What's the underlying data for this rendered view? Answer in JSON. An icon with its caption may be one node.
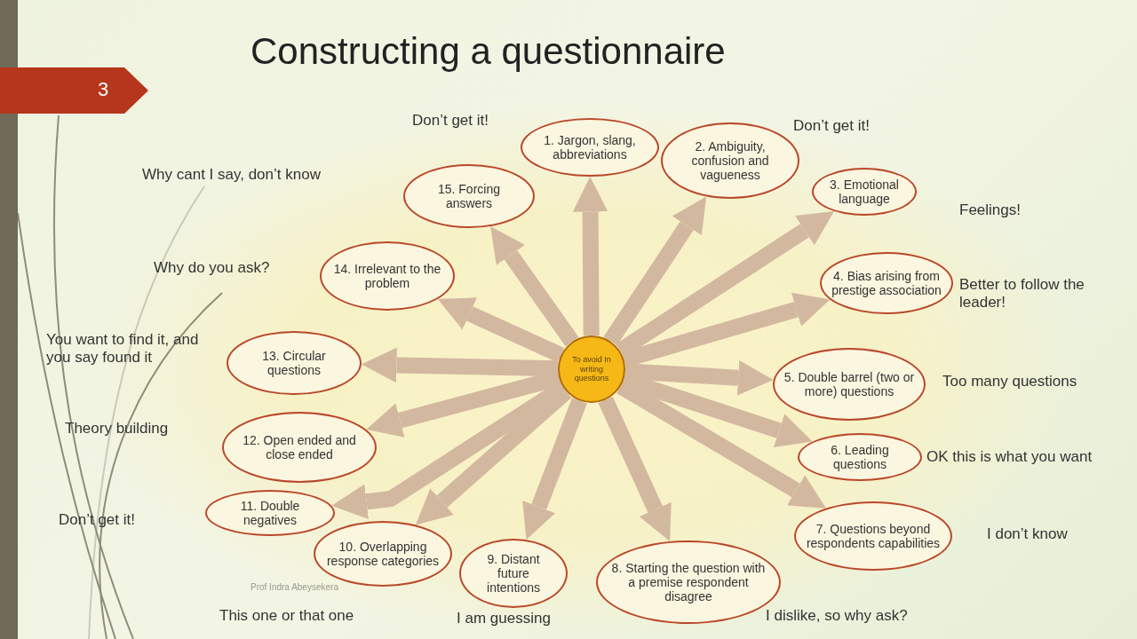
{
  "diagram": {
    "title": "Constructing a questionnaire",
    "nodes": [
      {
        "text": [
          "To avoid In writing questions"
        ]
      },
      {
        "text": [
          "1. Jargon, slang, abbreviations"
        ],
        "beside": [
          "Don’t get it!"
        ]
      },
      {
        "text": [
          "2. Ambiguity, confusion and vagueness"
        ],
        "beside": [
          "Don’t get it!"
        ]
      },
      {
        "text": [
          "3. Emotional language"
        ],
        "beside": [
          "Feelings!"
        ]
      },
      {
        "text": [
          "4. Bias arising from prestige association"
        ],
        "beside": [
          "Better to follow the leader!"
        ]
      },
      {
        "text": [
          "5. Double barrel (two or more) questions"
        ],
        "beside": [
          "Too many questions"
        ]
      },
      {
        "text": [
          "6. Leading questions"
        ],
        "beside": [
          "OK this is what you want"
        ]
      },
      {
        "text": [
          "7. Questions beyond respondents capabilities"
        ],
        "beside": [
          "I don’t know"
        ]
      },
      {
        "text": [
          "8. Starting the question with a premise respondent disagree"
        ],
        "beside": [
          "I dislike, so why ask?"
        ]
      },
      {
        "text": [
          "9. Distant future intentions"
        ],
        "beside": [
          "I am guessing"
        ]
      },
      {
        "text": [
          "10. Overlapping response categories"
        ],
        "beside": [
          "This one or that one"
        ]
      },
      {
        "text": [
          "11. Double negatives"
        ]
      },
      {
        "text": [
          "12. Open ended and close ended"
        ],
        "beside": [
          "Theory building"
        ]
      },
      {
        "text": [
          "13. Circular questions"
        ],
        "beside": [
          "You want to find it, and you say found it"
        ]
      },
      {
        "text": [
          "14. Irrelevant to the problem"
        ],
        "beside": [
          "Why do you ask?"
        ]
      },
      {
        "text": [
          "15. Forcing answers"
        ]
      }
    ],
    "edges": [
      {
        "from": 0,
        "to": 1,
        "arrow": "to"
      },
      {
        "from": 0,
        "to": 2,
        "arrow": "to"
      },
      {
        "from": 0,
        "to": 3,
        "arrow": "to"
      },
      {
        "from": 0,
        "to": 4,
        "arrow": "to"
      },
      {
        "from": 0,
        "to": 5,
        "arrow": "to"
      },
      {
        "from": 0,
        "to": 6,
        "arrow": "to"
      },
      {
        "from": 0,
        "to": 7,
        "arrow": "to"
      },
      {
        "from": 0,
        "to": 8,
        "arrow": "to"
      },
      {
        "from": 0,
        "to": 9,
        "arrow": "to"
      },
      {
        "from": 0,
        "to": 10,
        "arrow": "to"
      },
      {
        "from": 0,
        "to": 11,
        "arrow": "to"
      },
      {
        "from": 0,
        "to": 12,
        "arrow": "to"
      },
      {
        "from": 0,
        "to": 13,
        "arrow": "to"
      },
      {
        "from": 0,
        "to": 14,
        "arrow": "to"
      },
      {
        "from": 0,
        "to": 15,
        "arrow": "to"
      }
    ],
    "labels": [
      "3",
      "Why cant I say, don’t know",
      "Don’t get it!",
      "Prof Indra Abeysekera"
    ]
  }
}
